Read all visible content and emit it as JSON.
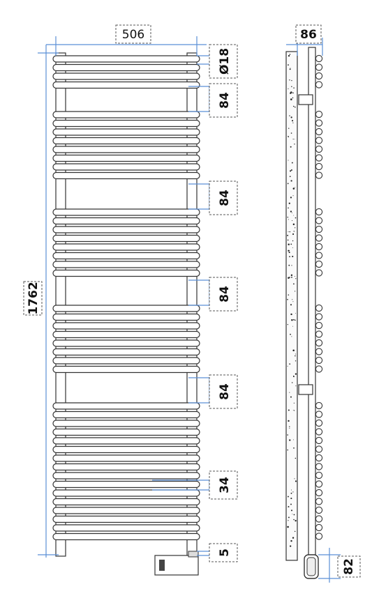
{
  "dimensions": {
    "width": "506",
    "height": "1762",
    "tube_diameter": "Ø18",
    "gap_1": "84",
    "gap_2": "84",
    "gap_3": "84",
    "gap_4": "84",
    "bar_pitch": "34",
    "bottom_offset": "5",
    "depth": "86",
    "valve_depth": "82"
  },
  "colors": {
    "dimension_line": "#5b8fd6",
    "outline": "#333333"
  }
}
